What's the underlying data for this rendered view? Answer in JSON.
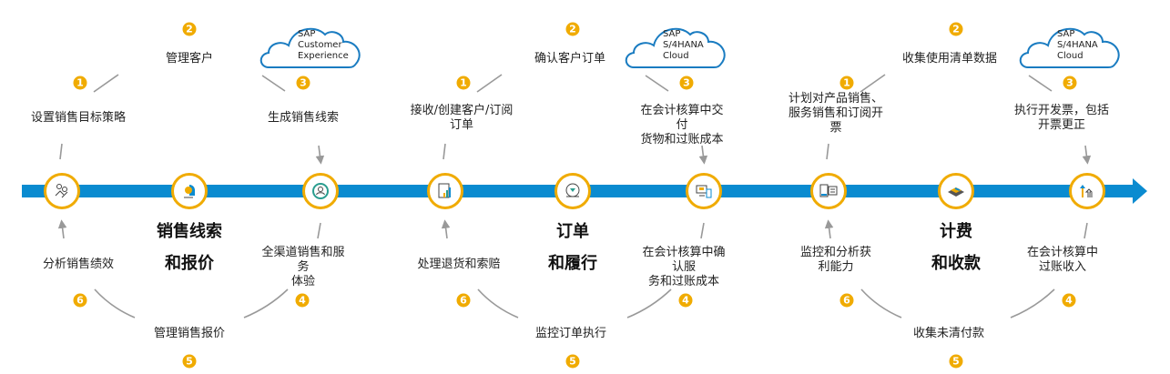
{
  "colors": {
    "bar": "#0a8bd0",
    "accent": "#f0ab00",
    "cloud": "#1a7cc1",
    "line": "#999999"
  },
  "panels": [
    {
      "title_line1": "销售线索",
      "title_line2": "和报价",
      "cloud": "SAP\nCustomer\nExperience",
      "steps": [
        "设置销售目标策略",
        "管理客户",
        "生成销售线索",
        "全渠道销售和服务\n体验",
        "管理销售报价",
        "分析销售绩效"
      ],
      "icons": [
        "collaboration-icon",
        "customer-service-icon",
        "user-profile-icon"
      ]
    },
    {
      "title_line1": "订单",
      "title_line2": "和履行",
      "cloud": "SAP\nS/4HANA\nCloud",
      "steps": [
        "接收/创建客户/订阅\n订单",
        "确认客户订单",
        "在会计核算中交付\n货物和过账成本",
        "在会计核算中确认服\n务和过账成本",
        "监控订单执行",
        "处理退货和索赔"
      ],
      "icons": [
        "report-chart-icon",
        "premium-service-icon",
        "devices-icon"
      ]
    },
    {
      "title_line1": "计费",
      "title_line2": "和收款",
      "cloud": "SAP\nS/4HANA\nCloud",
      "steps": [
        "计划对产品销售、\n服务销售和订阅开\n票",
        "收集使用清单数据",
        "执行开发票，包括\n开票更正",
        "在会计核算中\n过账收入",
        "收集未清付款",
        "监控和分析获\n利能力"
      ],
      "icons": [
        "invoice-icon",
        "cash-stack-icon",
        "growth-arrows-icon"
      ]
    }
  ],
  "badges": [
    "1",
    "2",
    "3",
    "4",
    "5",
    "6"
  ]
}
